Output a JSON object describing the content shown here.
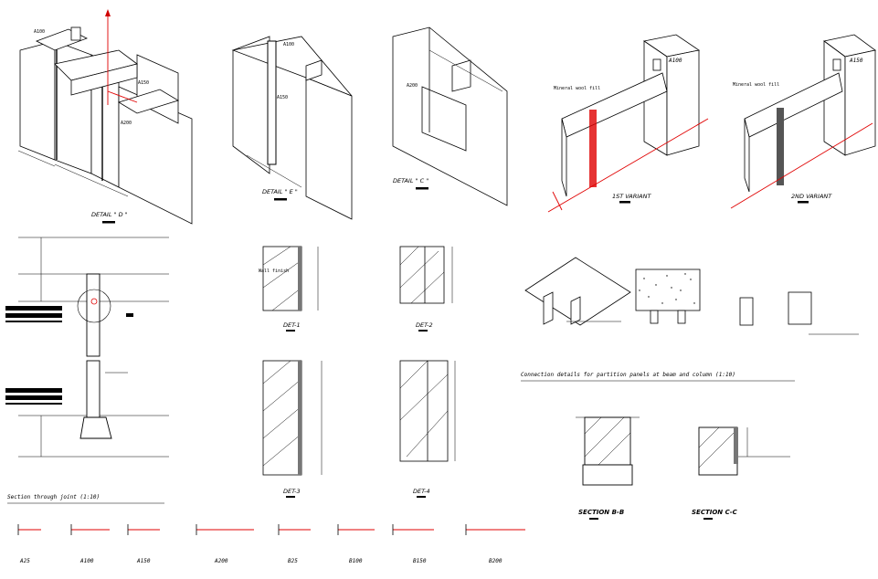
{
  "details": {
    "d_title": "DETAIL \" D \"",
    "e_title": "DETAIL \" E \"",
    "c_title": "DETAIL \" C \"",
    "v1_title": "1ST VARIANT",
    "v2_title": "2ND VARIANT",
    "note_d_a": "A100",
    "note_d_b": "A150",
    "note_d_c": "A200",
    "note_e_a": "A100",
    "note_e_b": "A150",
    "note_c_a": "A200",
    "note_v1_tag": "A100",
    "note_v2_tag": "A150",
    "note_v1_text": "Mineral wool fill",
    "note_v2_text": "Mineral wool fill"
  },
  "plan_details": {
    "det1": "DET-1",
    "det2": "DET-2",
    "det3": "DET-3",
    "det4": "DET-4",
    "note": "Wall finish"
  },
  "captions": {
    "left_caption": "Section through joint (1:10)",
    "middle_caption": "Connection details for partition panels at beam and column (1:10)",
    "section_b": "SECTION B-B",
    "section_c": "SECTION C-C"
  },
  "profiles": {
    "labels": [
      "A25",
      "A100",
      "A150",
      "A200",
      "B25",
      "B100",
      "B150",
      "B200"
    ]
  },
  "colors": {
    "line": "#000000",
    "accent": "#e00000",
    "background": "#ffffff"
  }
}
